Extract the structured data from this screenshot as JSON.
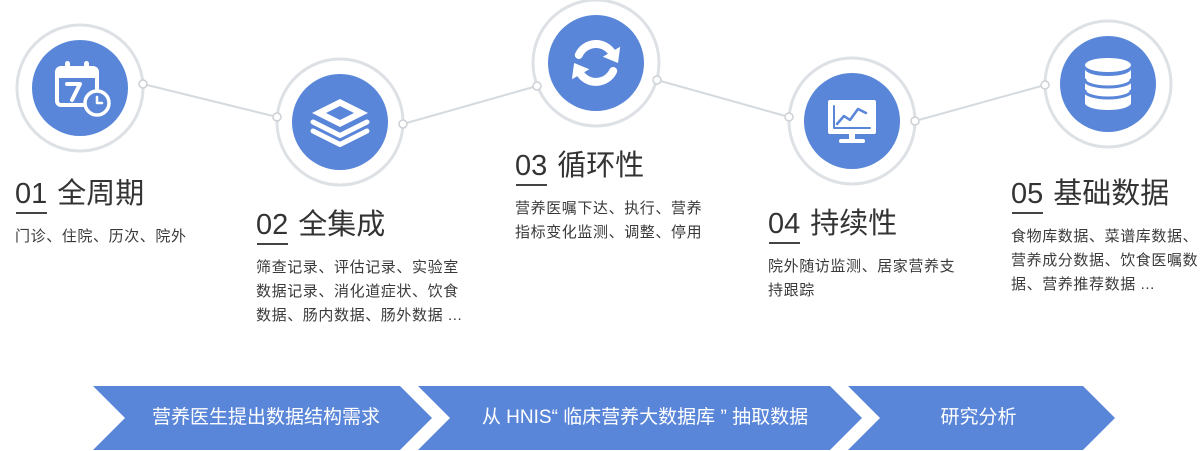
{
  "steps": [
    {
      "number": "01",
      "title": "全周期",
      "icon": "calendar-clock-icon",
      "lines": [
        "门诊、住院、历次、院外"
      ]
    },
    {
      "number": "02",
      "title": "全集成",
      "icon": "layers-icon",
      "lines": [
        "筛查记录、评估记录、实验室",
        "数据记录、消化道症状、饮食",
        "数据、肠内数据、肠外数据 ..."
      ]
    },
    {
      "number": "03",
      "title": "循环性",
      "icon": "refresh-icon",
      "lines": [
        "营养医嘱下达、执行、营养",
        "指标变化监测、调整、停用"
      ]
    },
    {
      "number": "04",
      "title": "持续性",
      "icon": "monitor-chart-icon",
      "lines": [
        "院外随访监测、居家营养支",
        "持跟踪"
      ]
    },
    {
      "number": "05",
      "title": "基础数据",
      "icon": "database-icon",
      "lines": [
        "食物库数据、菜谱库数据、",
        "营养成分数据、饮食医嘱数",
        "据、营养推荐数据 ..."
      ]
    }
  ],
  "process": [
    {
      "label": "营养医生提出数据结构需求"
    },
    {
      "label": "从 HNIS“ 临床营养大数据库 ” 抽取数据"
    },
    {
      "label": "研究分析"
    }
  ],
  "colors": {
    "accent": "#5A86D9",
    "ring": "#DDE1E5",
    "connector": "#D5DADE",
    "title_text": "#333333",
    "body_text": "#3A3A3A",
    "arrow_text": "#FFFFFF",
    "background": "#FFFFFF"
  }
}
